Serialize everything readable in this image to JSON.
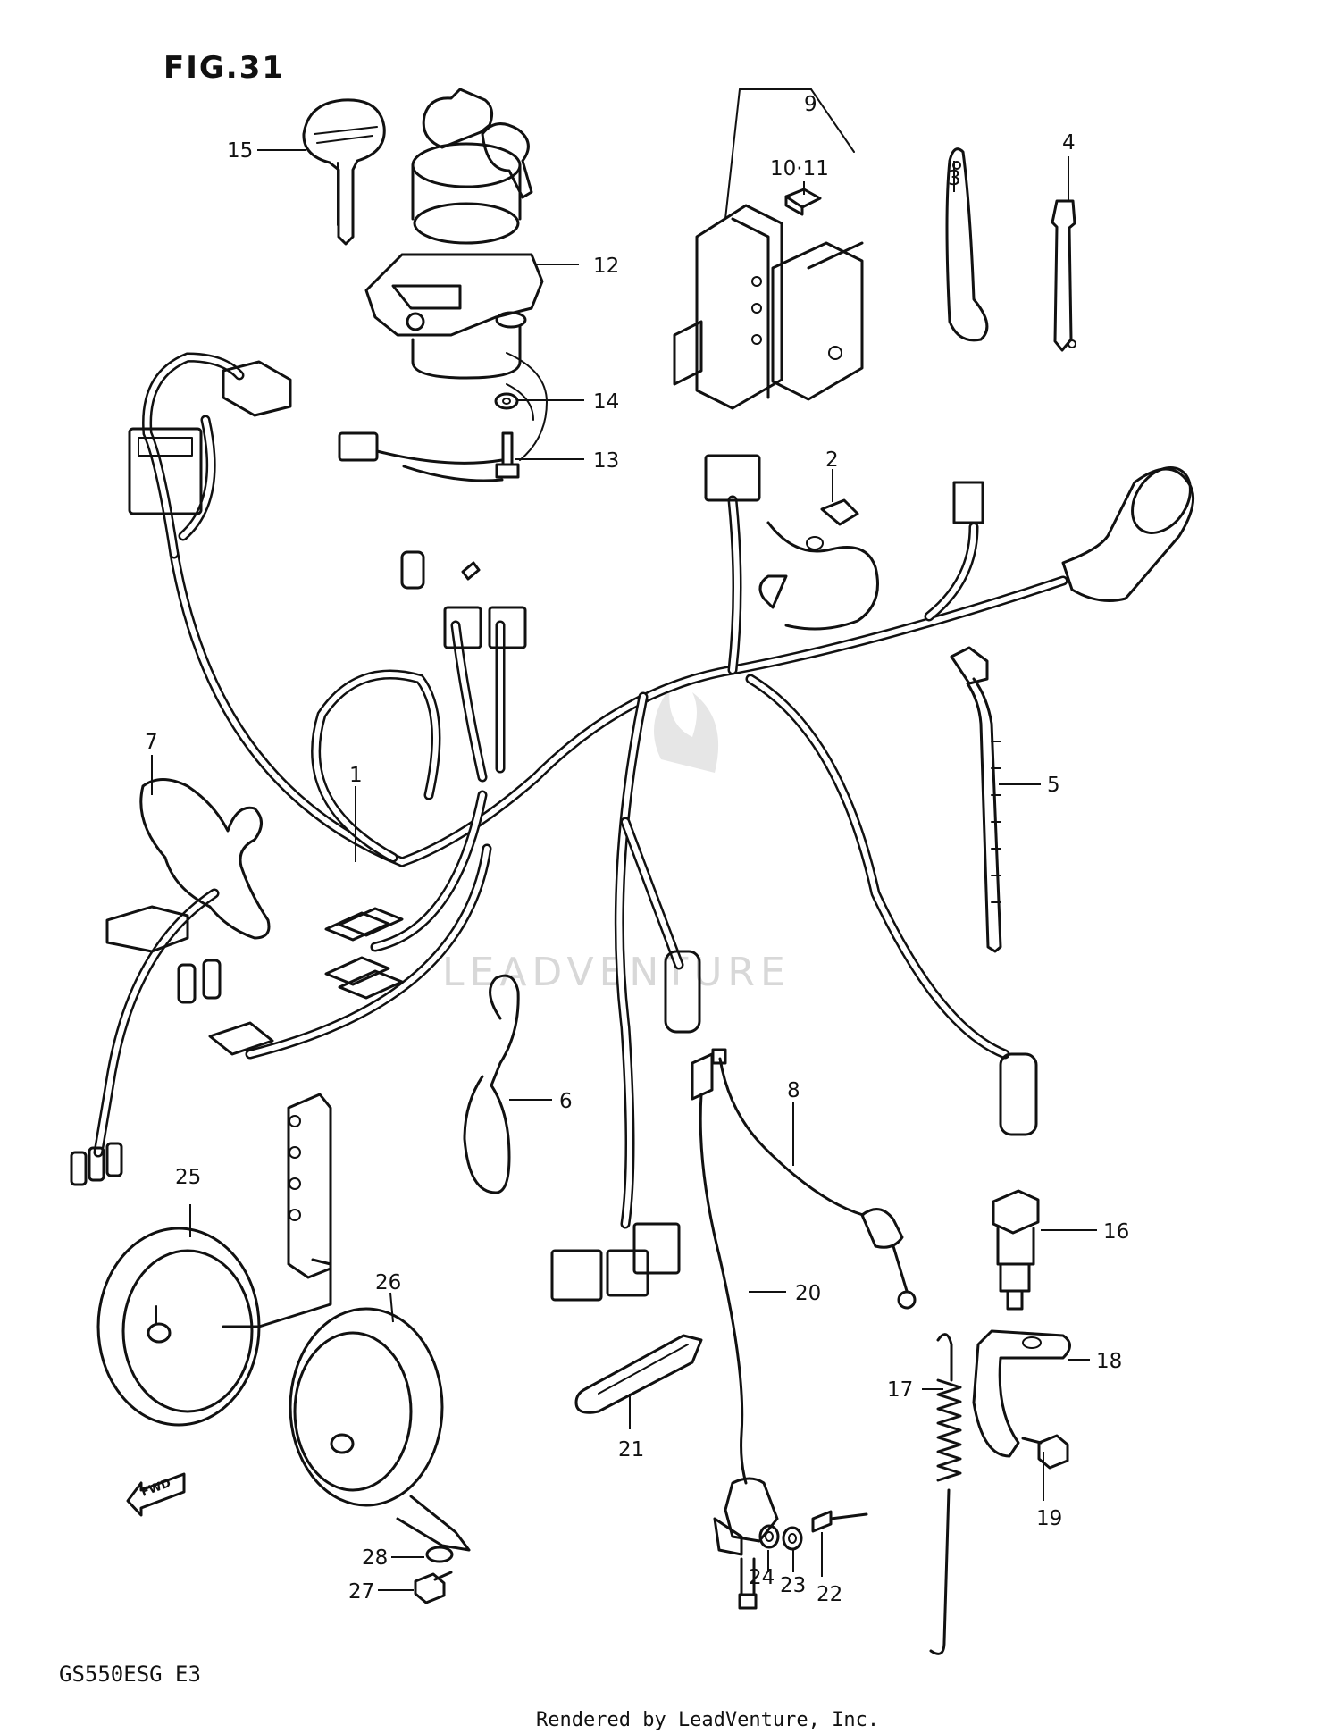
{
  "figure": {
    "title": "FIG.31",
    "model_code": "GS550ESG  E3",
    "footer": "Rendered by LeadVenture, Inc.",
    "watermark": "LEADVENTURE",
    "fwd_marker": "FWD"
  },
  "callouts": [
    {
      "id": "c1",
      "label": "1"
    },
    {
      "id": "c2",
      "label": "2"
    },
    {
      "id": "c3",
      "label": "3"
    },
    {
      "id": "c4",
      "label": "4"
    },
    {
      "id": "c5",
      "label": "5"
    },
    {
      "id": "c6",
      "label": "6"
    },
    {
      "id": "c7",
      "label": "7"
    },
    {
      "id": "c8",
      "label": "8"
    },
    {
      "id": "c9",
      "label": "9"
    },
    {
      "id": "c10",
      "label": "10·11"
    },
    {
      "id": "c12",
      "label": "12"
    },
    {
      "id": "c13",
      "label": "13"
    },
    {
      "id": "c14",
      "label": "14"
    },
    {
      "id": "c15",
      "label": "15"
    },
    {
      "id": "c16",
      "label": "16"
    },
    {
      "id": "c17",
      "label": "17"
    },
    {
      "id": "c18",
      "label": "18"
    },
    {
      "id": "c19",
      "label": "19"
    },
    {
      "id": "c20",
      "label": "20"
    },
    {
      "id": "c21",
      "label": "21"
    },
    {
      "id": "c22",
      "label": "22"
    },
    {
      "id": "c23",
      "label": "23"
    },
    {
      "id": "c24",
      "label": "24"
    },
    {
      "id": "c25",
      "label": "25"
    },
    {
      "id": "c26",
      "label": "26"
    },
    {
      "id": "c27",
      "label": "27"
    },
    {
      "id": "c28",
      "label": "28"
    }
  ]
}
